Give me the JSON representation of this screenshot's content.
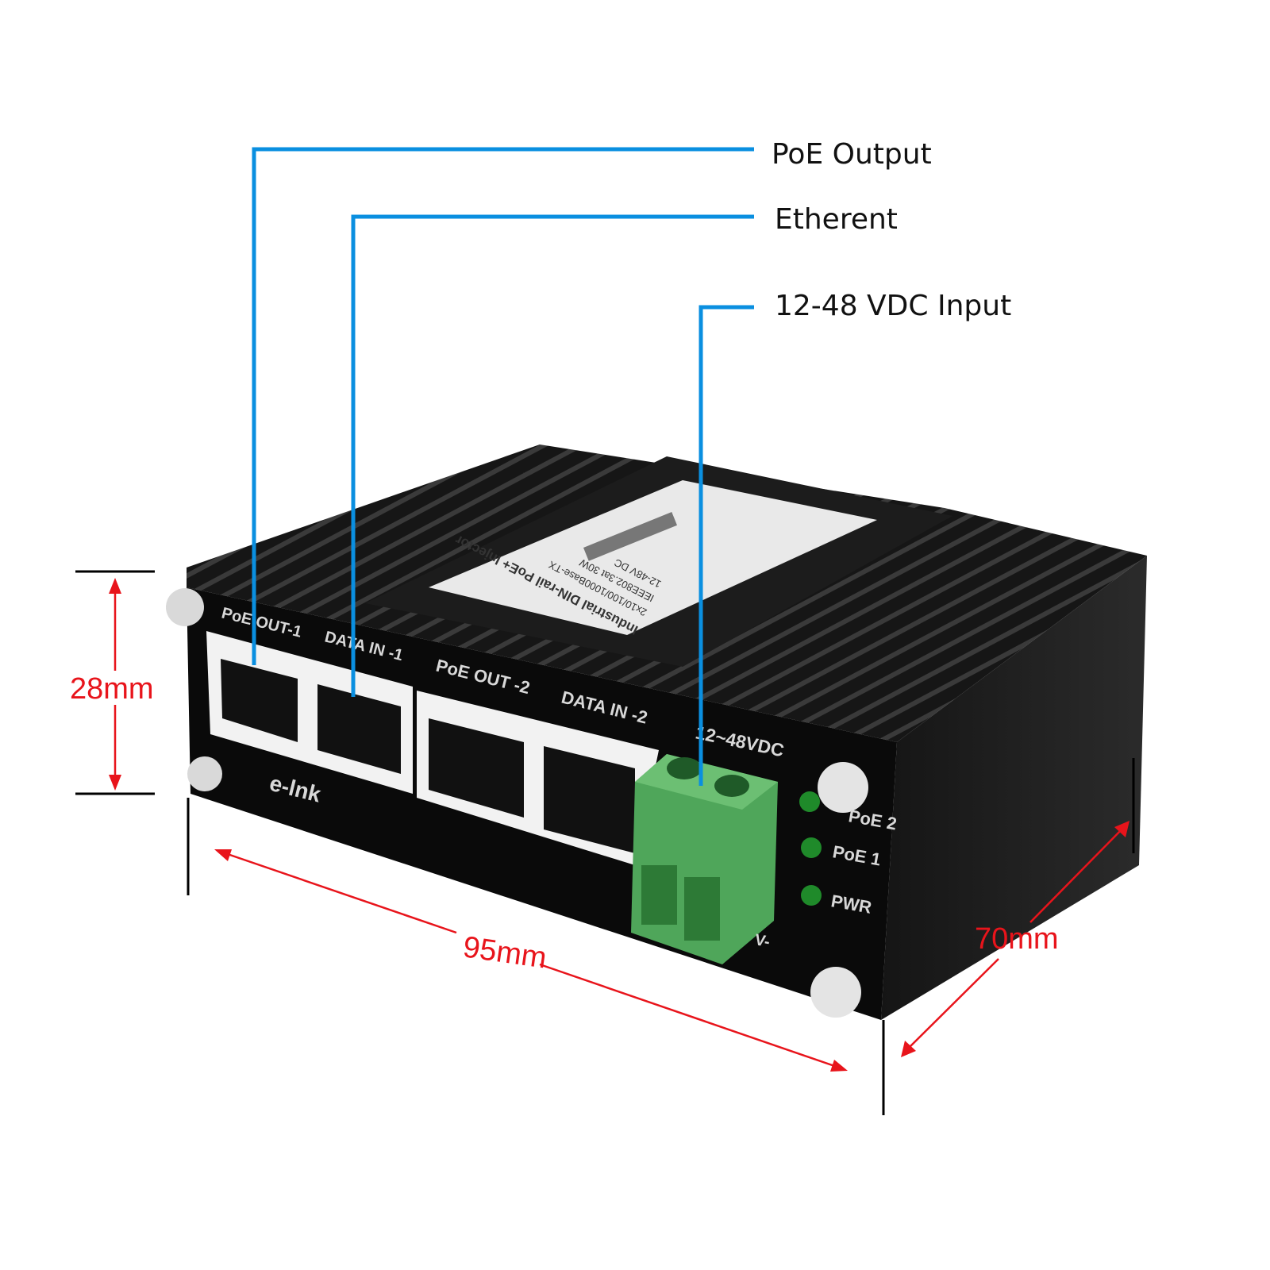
{
  "callouts": {
    "poe_output": "PoE Output",
    "ethernet": "Etherent",
    "dc_input": "12-48 VDC Input"
  },
  "dimensions": {
    "height": "28mm",
    "width": "95mm",
    "depth": "70mm"
  },
  "device": {
    "ports": [
      "PoE OUT-1",
      "DATA IN -1",
      "PoE OUT -2",
      "DATA IN -2"
    ],
    "power_label": "12~48VDC",
    "terminal_label": "V-",
    "leds": [
      "PoE 2",
      "PoE 1",
      "PWR"
    ],
    "brand": "e-lnk",
    "top_label": {
      "title": "Industrial DIN-rail PoE+ Injector",
      "lines": [
        "2x10/100/1000Base-TX",
        "IEEE802.3at 30W",
        "12-48V DC"
      ]
    }
  },
  "colors": {
    "callout_line": "#0a8fe0",
    "dimension": "#e8141b",
    "terminal_block": "#4fa65a",
    "led": "#1f8a2a"
  }
}
